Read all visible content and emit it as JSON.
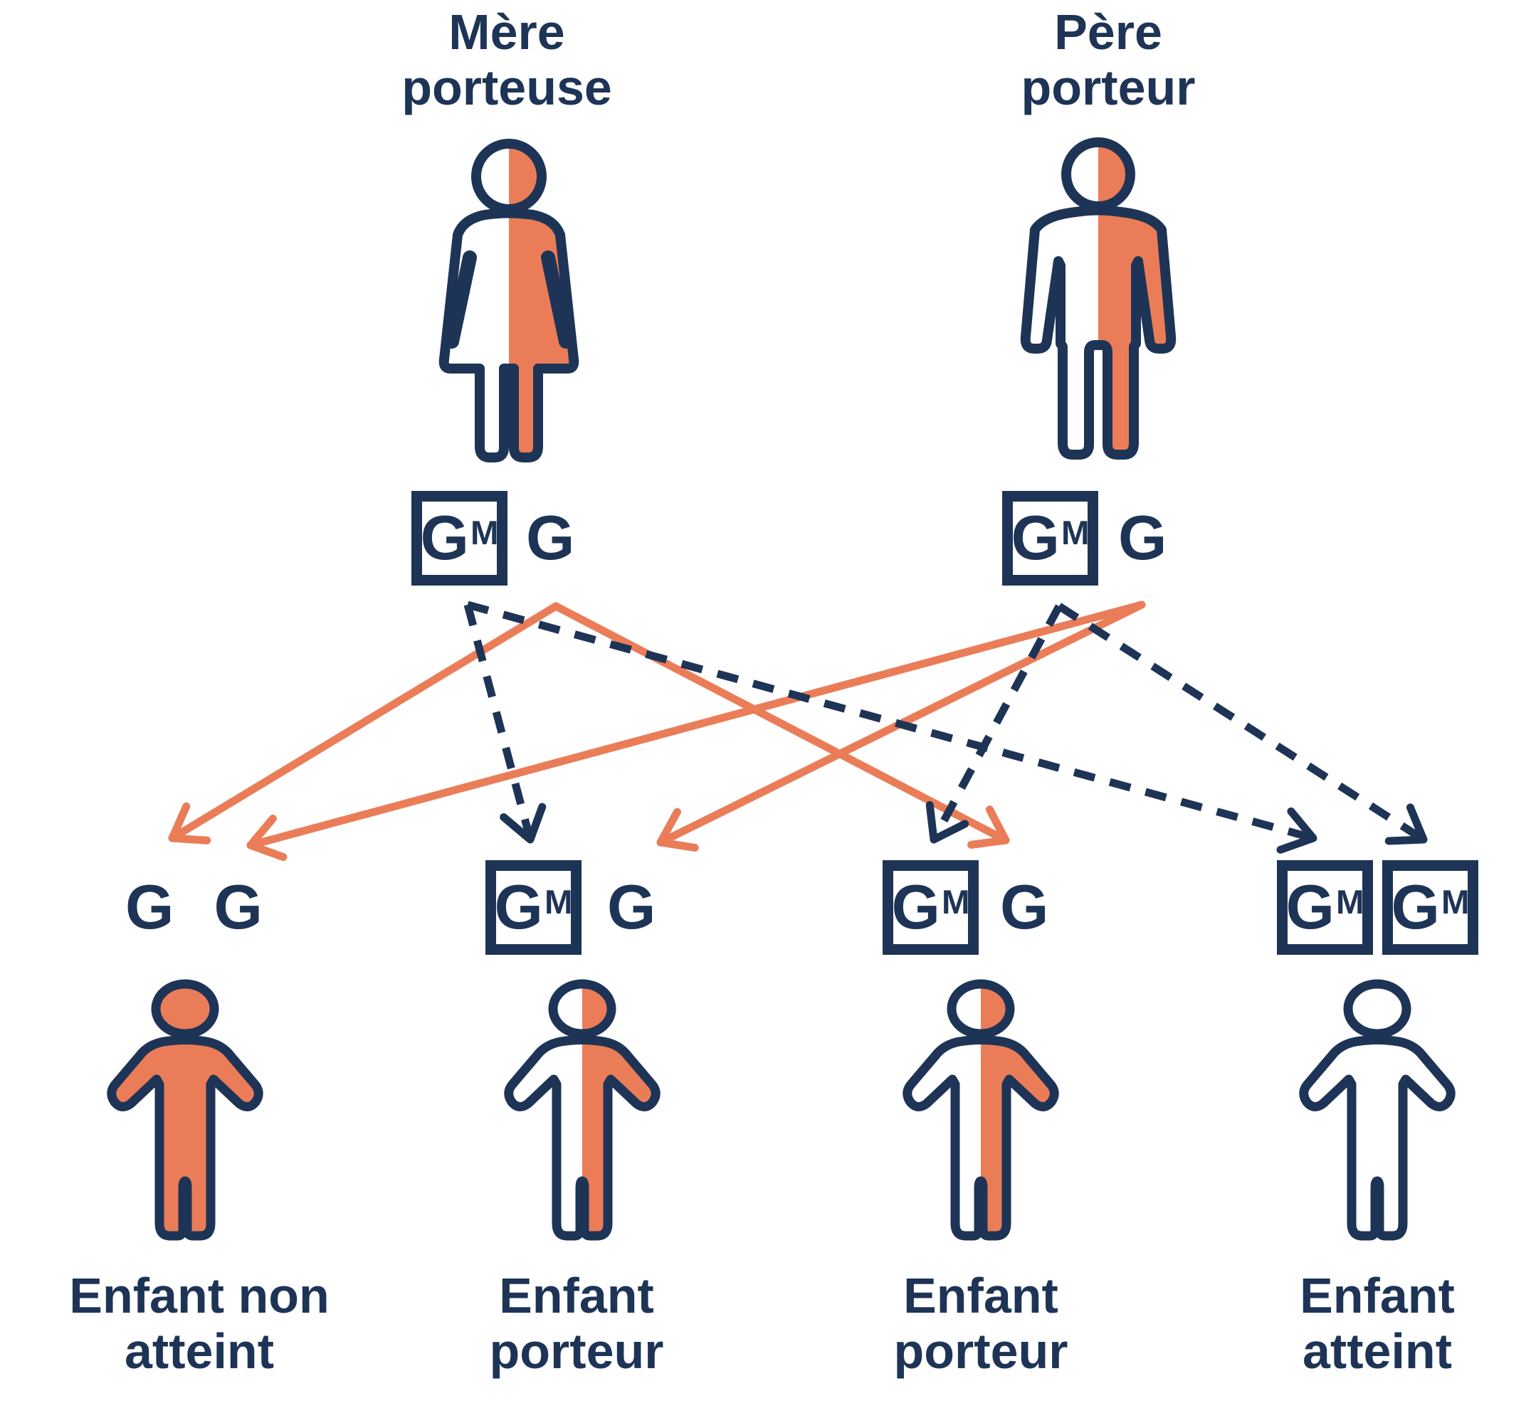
{
  "colors": {
    "navy": "#1e3456",
    "orange": "#ea7d58",
    "white": "#ffffff"
  },
  "parents": {
    "mother": {
      "label": [
        "Mère",
        "porteuse"
      ],
      "alleles": [
        {
          "base": "G",
          "sup": "M"
        },
        {
          "base": "G"
        }
      ]
    },
    "father": {
      "label": [
        "Père",
        "porteur"
      ],
      "alleles": [
        {
          "base": "G",
          "sup": "M"
        },
        {
          "base": "G"
        }
      ]
    }
  },
  "children": [
    {
      "label": [
        "Enfant non",
        "atteint"
      ],
      "alleles": [
        {
          "base": "G"
        },
        {
          "base": "G"
        }
      ]
    },
    {
      "label": [
        "Enfant",
        "porteur"
      ],
      "alleles": [
        {
          "base": "G",
          "sup": "M"
        },
        {
          "base": "G"
        }
      ]
    },
    {
      "label": [
        "Enfant",
        "porteur"
      ],
      "alleles": [
        {
          "base": "G",
          "sup": "M"
        },
        {
          "base": "G"
        }
      ]
    },
    {
      "label": [
        "Enfant",
        "atteint"
      ],
      "alleles": [
        {
          "base": "G",
          "sup": "M"
        },
        {
          "base": "G",
          "sup": "M"
        }
      ]
    }
  ]
}
